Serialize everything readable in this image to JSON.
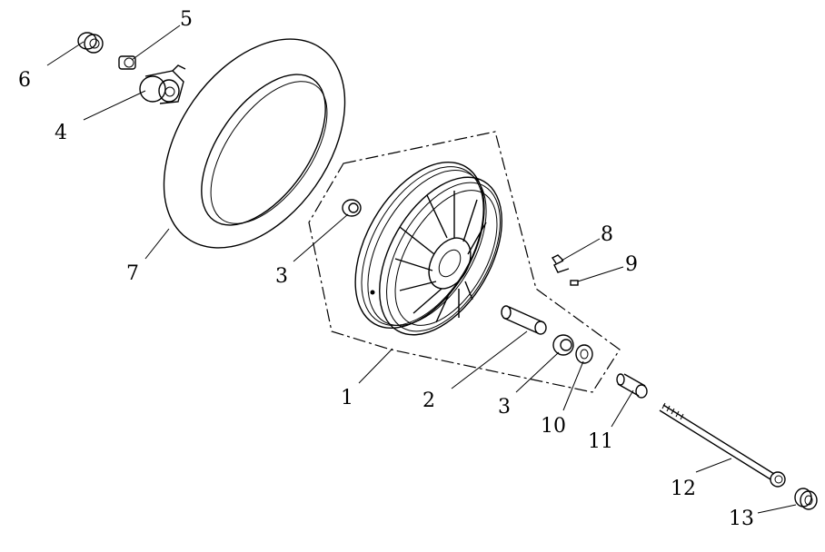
{
  "callouts": {
    "c6": "6",
    "c5": "5",
    "c4": "4",
    "c7": "7",
    "c3a": "3",
    "c8": "8",
    "c9": "9",
    "c1": "1",
    "c2": "2",
    "c3b": "3",
    "c10": "10",
    "c11": "11",
    "c12": "12",
    "c13": "13"
  }
}
